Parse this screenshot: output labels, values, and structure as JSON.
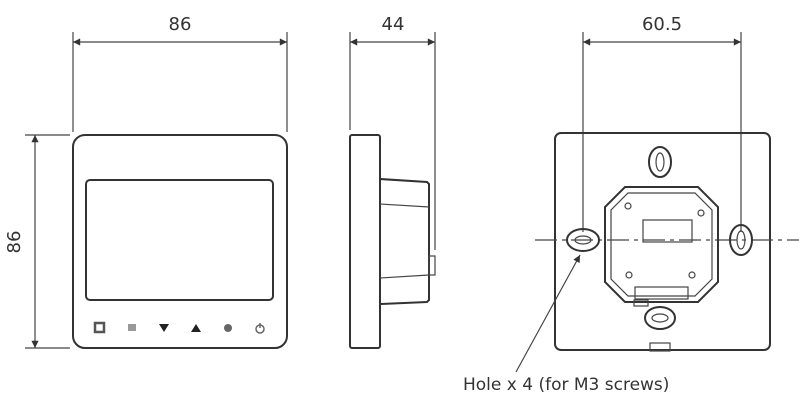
{
  "dimensions": {
    "front_width": "86",
    "front_height": "86",
    "side_depth": "44",
    "hole_spacing": "60.5"
  },
  "callout": {
    "text": "Hole x 4 (for M3 screws)"
  },
  "front_buttons": [
    "fan-icon",
    "menu-icon",
    "down-arrow-icon",
    "up-arrow-icon",
    "mode-icon",
    "power-icon"
  ]
}
